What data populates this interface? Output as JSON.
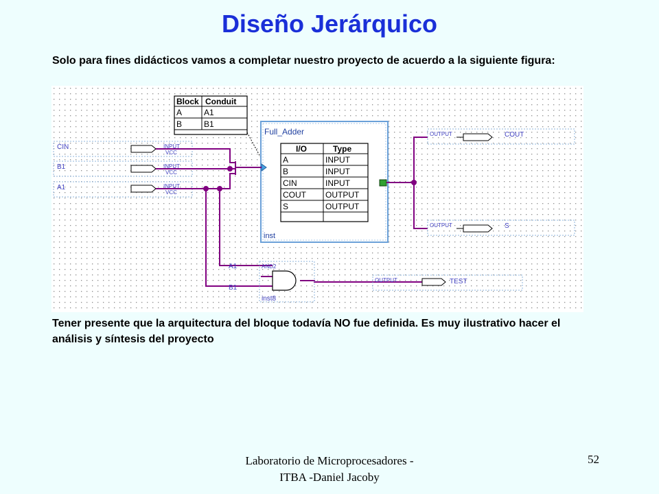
{
  "slide": {
    "title": "Diseño Jerárquico",
    "intro": "Solo para fines didácticos vamos a completar nuestro proyecto de acuerdo a la siguiente figura:",
    "note": "Tener presente que la arquitectura del bloque todavía NO fue definida. Es muy ilustrativo hacer el análisis y síntesis del proyecto",
    "footer_line1": "Laboratorio de Microprocesadores -",
    "footer_line2": "ITBA -Daniel Jacoby",
    "page_number": "52"
  },
  "schematic": {
    "conduit_table": {
      "headers": [
        "Block",
        "Conduit"
      ],
      "rows": [
        [
          "A",
          "A1"
        ],
        [
          "B",
          "B1"
        ]
      ]
    },
    "block": {
      "name": "Full_Adder",
      "instance": "inst",
      "headers": [
        "I/O",
        "Type"
      ],
      "rows": [
        [
          "A",
          "INPUT"
        ],
        [
          "B",
          "INPUT"
        ],
        [
          "CIN",
          "INPUT"
        ],
        [
          "COUT",
          "OUTPUT"
        ],
        [
          "S",
          "OUTPUT"
        ]
      ]
    },
    "inputs": [
      {
        "name": "CIN",
        "kind": "INPUT",
        "sub": "VCC"
      },
      {
        "name": "B1",
        "kind": "INPUT",
        "sub": "VCC"
      },
      {
        "name": "A1",
        "kind": "INPUT",
        "sub": "VCC"
      }
    ],
    "outputs": [
      {
        "name": "COUT",
        "kind": "OUTPUT"
      },
      {
        "name": "S",
        "kind": "OUTPUT"
      },
      {
        "name": "TEST",
        "kind": "OUTPUT"
      }
    ],
    "gate": {
      "type": "AND2",
      "instance": "inst8",
      "in1": "A1",
      "in2": "B1"
    },
    "colors": {
      "wire": "#800080",
      "symbol_border": "#6aa0d8",
      "pin_text": "#4040c0"
    }
  }
}
